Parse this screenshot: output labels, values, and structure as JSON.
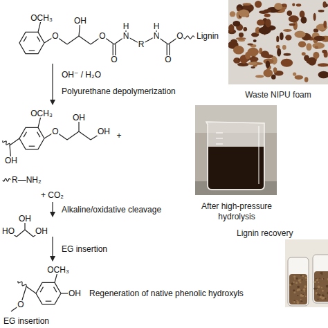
{
  "diagram": {
    "nodes": [
      {
        "text": [
          "Waste NIPU foam"
        ]
      },
      {
        "text": [
          "After high-pressure hydrolysis"
        ]
      },
      {
        "text": [
          "Lignin recovery"
        ]
      }
    ],
    "labels": [
      "OCH₃",
      "OH",
      "H",
      "H",
      "O",
      "O",
      "N",
      "R",
      "N",
      "O",
      "Lignin",
      "O",
      "O",
      "OH⁻ / H₂O",
      "Polyurethane depolymerization",
      "OCH₃",
      "OH",
      "O",
      "OH",
      "+",
      "OH",
      "R—NH₂",
      "+ CO₂",
      "Alkaline/oxidative cleavage",
      "OH",
      "HO",
      "OH",
      "EG insertion",
      "OCH₃",
      "OH",
      "Regeneration of native phenolic hydroxyls",
      "O",
      "EG insertion"
    ]
  }
}
